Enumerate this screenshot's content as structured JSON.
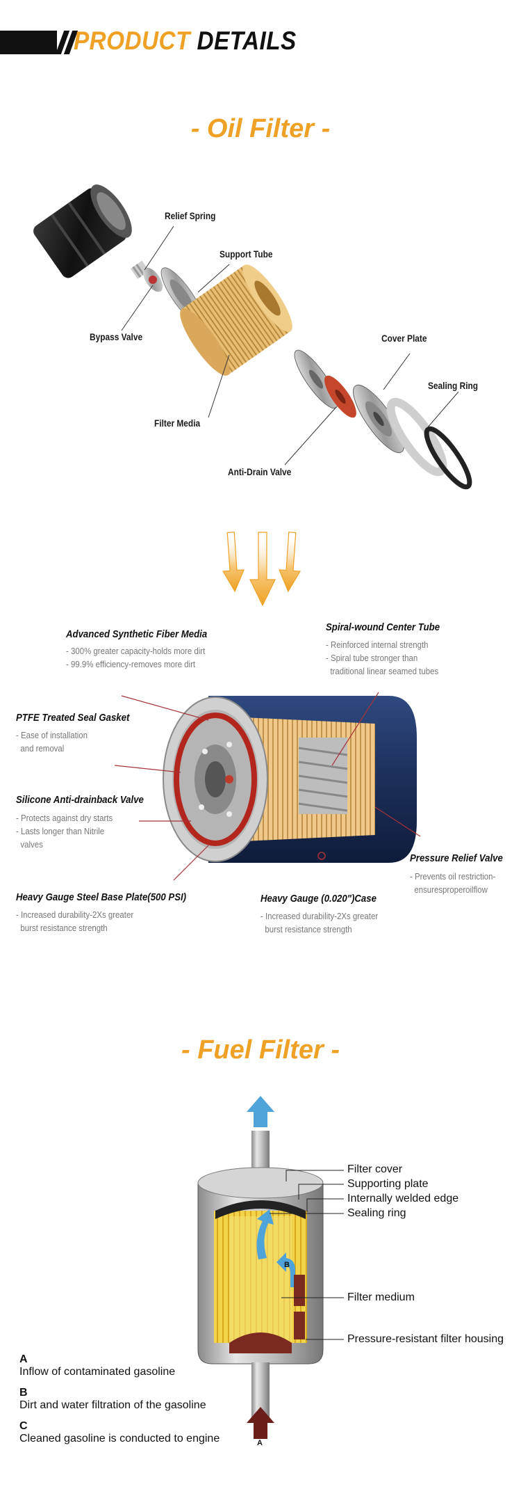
{
  "header": {
    "title_accent": "PRODUCT",
    "title_main": "DETAILS"
  },
  "oil_filter": {
    "title": "- Oil Filter -",
    "parts": {
      "relief_spring": "Relief Spring",
      "support_tube": "Support Tube",
      "bypass_valve": "Bypass Valve",
      "cover_plate": "Cover Plate",
      "sealing_ring": "Sealing Ring",
      "filter_media": "Filter Media",
      "anti_drain_valve": "Anti-Drain Valve"
    },
    "features": {
      "fiber_media": {
        "title": "Advanced Synthetic Fiber Media",
        "desc": "- 300% greater capacity-holds more dirt\n- 99.9% efficiency-removes more dirt"
      },
      "center_tube": {
        "title": "Spiral-wound Center Tube",
        "desc": "- Reinforced internal strength\n- Spiral tube stronger than\n  traditional linear seamed tubes"
      },
      "seal_gasket": {
        "title": "PTFE Treated Seal Gasket",
        "desc": "- Ease of installation\n  and removal"
      },
      "anti_drainback": {
        "title": "Silicone Anti-drainback Valve",
        "desc": "- Protects against dry starts\n- Lasts longer than Nitrile\n  valves"
      },
      "relief_valve": {
        "title": "Pressure Relief Valve",
        "desc": "- Prevents oil restriction-\n  ensuresproperoilflow"
      },
      "base_plate": {
        "title": "Heavy Gauge Steel Base Plate(500 PSI)",
        "desc": "- Increased durability-2Xs greater\n  burst resistance strength"
      },
      "case": {
        "title": "Heavy Gauge (0.020\")Case",
        "desc": "- Increased durability-2Xs greater\n  burst resistance strength"
      }
    }
  },
  "fuel_filter": {
    "title": "- Fuel Filter -",
    "labels": {
      "filter_cover": "Filter cover",
      "supporting_plate": "Supporting plate",
      "welded_edge": "Internally welded edge",
      "sealing_ring": "Sealing ring",
      "filter_medium": "Filter medium",
      "housing": "Pressure-resistant filter housing"
    },
    "markers": {
      "a": "A",
      "b": "B"
    },
    "legend": [
      {
        "key": "A",
        "text": "Inflow of contaminated gasoline"
      },
      {
        "key": "B",
        "text": "Dirt and water filtration of the gasoline"
      },
      {
        "key": "C",
        "text": "Cleaned gasoline is conducted to engine"
      }
    ]
  },
  "colors": {
    "accent": "#eea124",
    "dark": "#111111",
    "navy": "#1c2f5a",
    "red_line": "#a8323a",
    "media": "#e2b265"
  }
}
